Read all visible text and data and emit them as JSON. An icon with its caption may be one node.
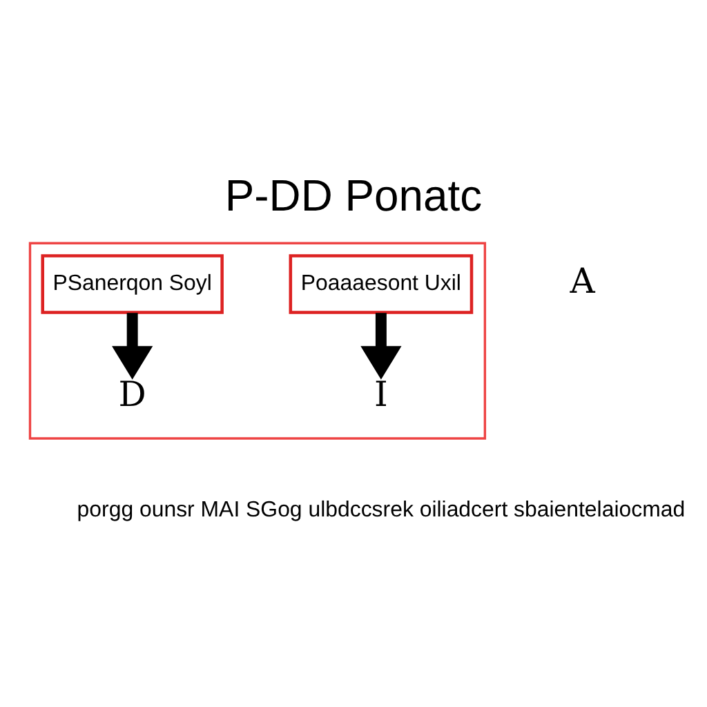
{
  "diagram": {
    "title": "P-DD Ponatc",
    "nodes": [
      {
        "text": [],
        "shape": "box"
      },
      {
        "text": [
          "PSanerqon Soyl"
        ],
        "in": 0
      },
      {
        "text": [
          "Poaaaesont Uxil"
        ],
        "in": 0
      },
      {
        "text": [
          "D"
        ],
        "in": 0
      },
      {
        "text": [
          "I"
        ],
        "in": 0
      }
    ],
    "edges": [
      {
        "from": 1,
        "to": 3,
        "arrow": "to"
      },
      {
        "from": 2,
        "to": 4,
        "arrow": "to"
      }
    ],
    "labels": [
      "A",
      "porgg ounsr MAI SGog ulbdccsrek oiliadcert sbaientelaiocmad"
    ]
  }
}
